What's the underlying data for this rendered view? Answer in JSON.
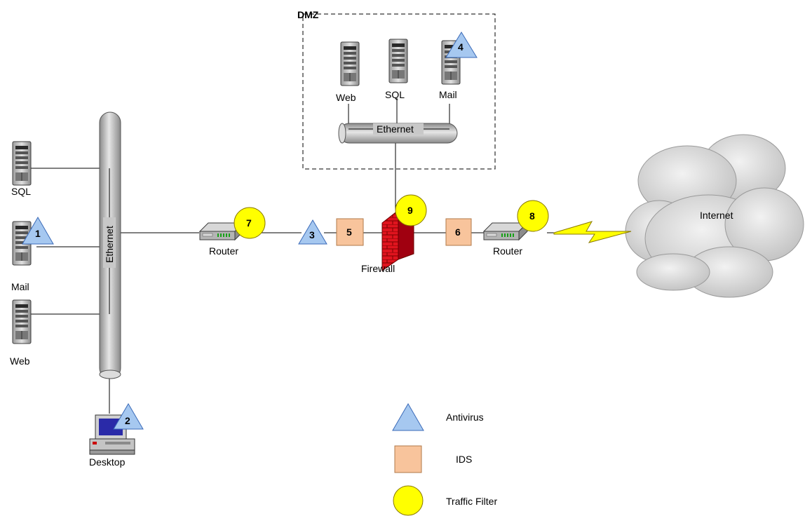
{
  "dmz": {
    "title": "DMZ",
    "servers": [
      "Web",
      "SQL",
      "Mail"
    ],
    "bus_label": "Ethernet"
  },
  "lan": {
    "servers": [
      "SQL",
      "Mail",
      "Web"
    ],
    "bus_label": "Ethernet",
    "desktop_label": "Desktop"
  },
  "devices": {
    "router_left": "Router",
    "router_right": "Router",
    "firewall": "Firewall",
    "internet": "Internet"
  },
  "markers": {
    "antivirus": [
      "1",
      "2",
      "3",
      "4"
    ],
    "ids": [
      "5",
      "6"
    ],
    "traffic_filter": [
      "7",
      "8",
      "9"
    ]
  },
  "legend": {
    "antivirus": "Antivirus",
    "ids": "IDS",
    "traffic_filter": "Traffic Filter"
  },
  "colors": {
    "antivirus": "#a6c8f0",
    "ids": "#f8c49c",
    "traffic_filter": "#ffff00",
    "firewall": "#e0141e",
    "bus": "#c8c8c8",
    "cloud": "#d8d8d8"
  }
}
